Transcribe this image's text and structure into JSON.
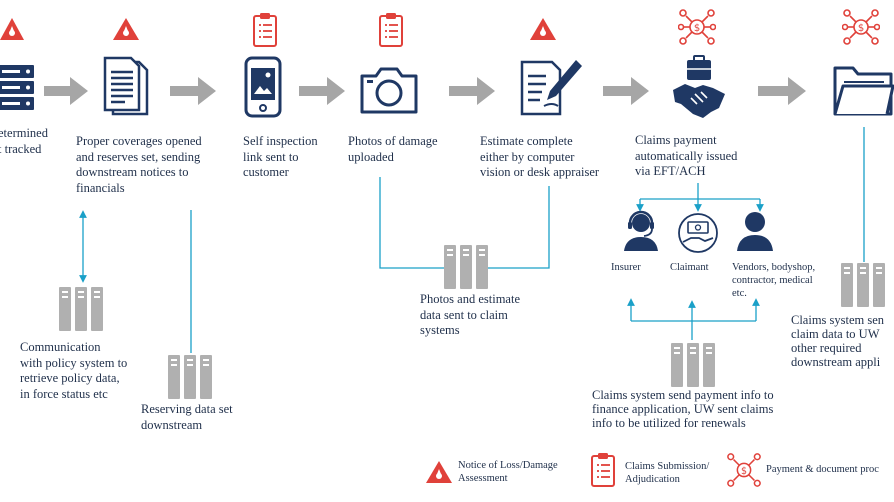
{
  "colors": {
    "navy": "#1f3864",
    "red_accent": "#e0413a",
    "arrow_gray": "#a6a6a6",
    "connector_teal": "#1aa0c8",
    "server_gray": "#b0b0b0"
  },
  "steps": [
    {
      "icon": "server-rack-icon",
      "badge": "alert-triangle-icon",
      "text": [
        "etermined",
        "t tracked"
      ]
    },
    {
      "icon": "document-icon",
      "badge": "alert-triangle-icon",
      "text": [
        "Proper coverages opened",
        "and reserves set, sending",
        "downstream notices to",
        "financials"
      ]
    },
    {
      "icon": "smartphone-icon",
      "badge": "clipboard-checklist-icon",
      "text": [
        "Self inspection",
        "link sent to",
        "customer"
      ]
    },
    {
      "icon": "camera-icon",
      "badge": "clipboard-checklist-icon",
      "text": [
        "Photos of damage",
        "uploaded"
      ]
    },
    {
      "icon": "document-pen-icon",
      "badge": "alert-triangle-icon",
      "text": [
        "Estimate complete",
        "either by computer",
        "vision or desk appraiser"
      ]
    },
    {
      "icon": "handshake-briefcase-icon",
      "badge": "payment-network-icon",
      "text": [
        "Claims payment",
        "automatically issued",
        "via EFT/ACH"
      ]
    },
    {
      "icon": "folder-icon",
      "badge": "payment-network-icon",
      "text": []
    }
  ],
  "downstream": {
    "communication": [
      "Communication",
      "with policy system to",
      "retrieve policy data,",
      "in force status etc"
    ],
    "reserving": [
      "Reserving data set",
      "downstream"
    ],
    "photos_estimate": [
      "Photos and estimate",
      "data sent to claim",
      "systems"
    ],
    "payment_info": [
      "Claims system send payment info to",
      "finance application, UW sent claims",
      "info to be utilized for renewals"
    ],
    "uw_data": [
      "Claims system sen",
      "claim data to UW",
      "other required",
      "downstream appli"
    ]
  },
  "payees": [
    {
      "label": "Insurer",
      "icon": "headset-agent-icon"
    },
    {
      "label": "Claimant",
      "icon": "cash-hand-icon"
    },
    {
      "label": "Vendors, bodyshop,",
      "label2": "contractor, medical",
      "label3": "etc.",
      "icon": "person-icon"
    }
  ],
  "legend": [
    {
      "icon": "alert-triangle-icon",
      "text": [
        "Notice of Loss/Damage",
        "Assessment"
      ]
    },
    {
      "icon": "clipboard-checklist-icon",
      "text": [
        "Claims Submission/",
        "Adjudication"
      ]
    },
    {
      "icon": "payment-network-icon",
      "text": [
        "Payment & document proc"
      ]
    }
  ]
}
